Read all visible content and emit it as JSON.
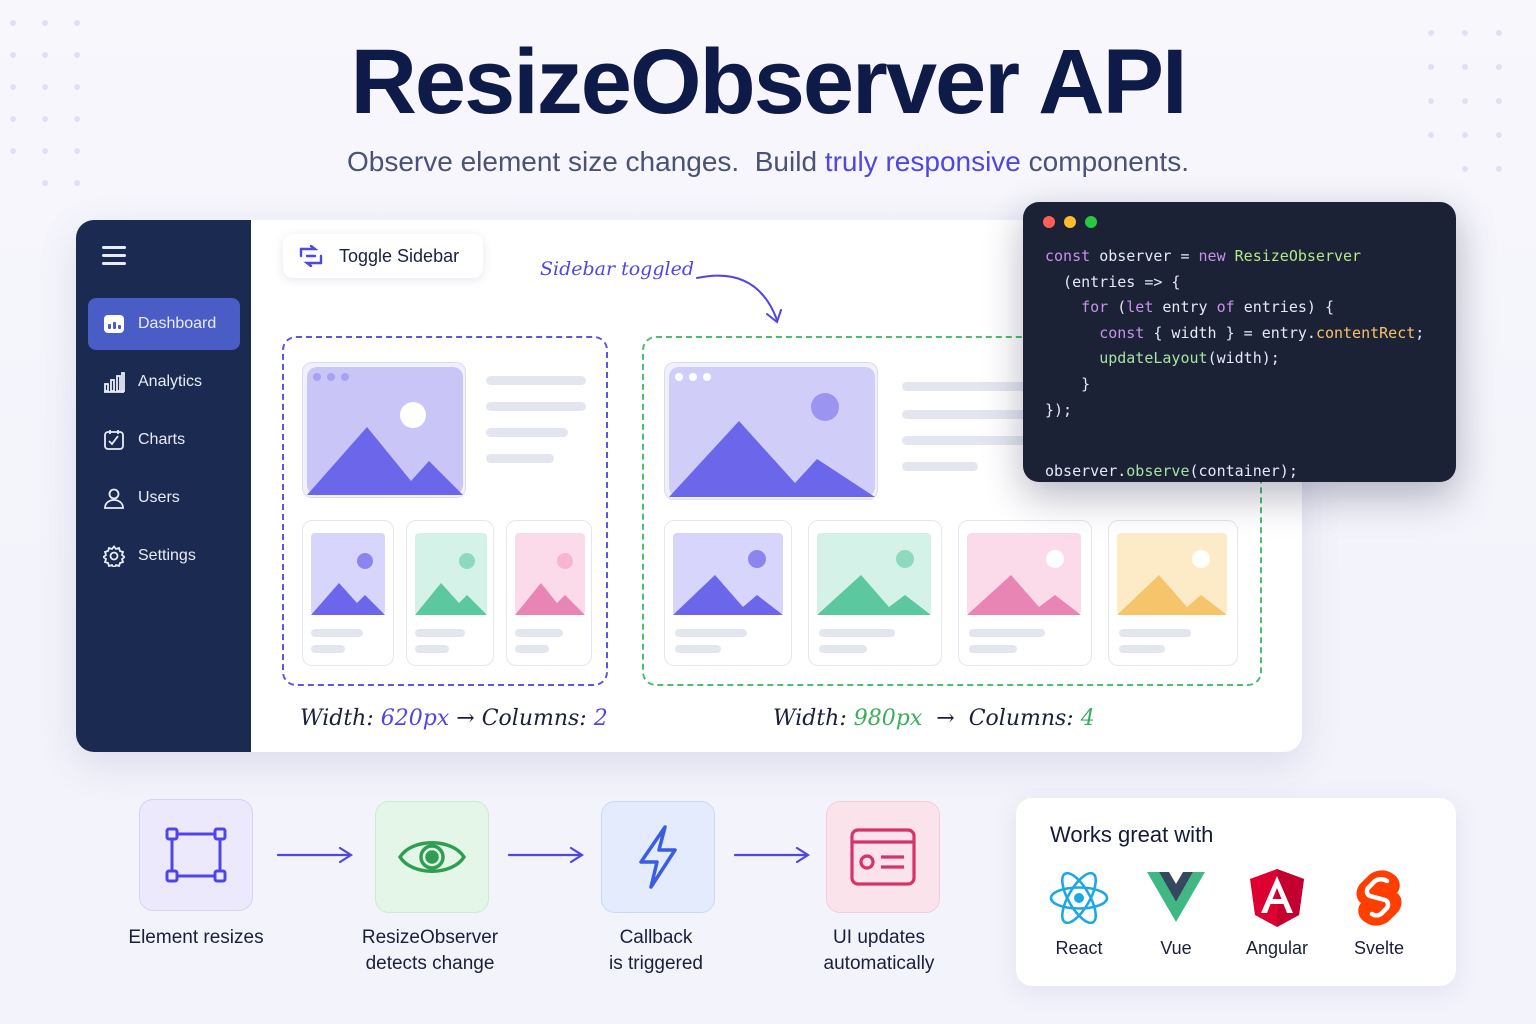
{
  "header": {
    "title": "ResizeObserver API",
    "subtitle_part1": "Observe element size changes.  Build ",
    "subtitle_accent": "truly responsive",
    "subtitle_part2": " components."
  },
  "app": {
    "sidebar": {
      "menu_icon": "hamburger-icon",
      "items": [
        {
          "label": "Dashboard",
          "icon": "dashboard-icon",
          "active": true
        },
        {
          "label": "Analytics",
          "icon": "bar-chart-icon",
          "active": false
        },
        {
          "label": "Charts",
          "icon": "chart-icon",
          "active": false
        },
        {
          "label": "Users",
          "icon": "user-icon",
          "active": false
        },
        {
          "label": "Settings",
          "icon": "gear-icon",
          "active": false
        }
      ]
    },
    "toggle_button": {
      "label": "Toggle Sidebar",
      "icon": "toggle-sidebar-icon"
    },
    "annotation": "Sidebar toggled",
    "small_layout": {
      "width_label": "Width:",
      "width_value": "620px",
      "columns_label": "Columns:",
      "columns_value": "2"
    },
    "large_layout": {
      "width_label": "Width:",
      "width_value": "980px",
      "columns_label": "Columns:",
      "columns_value": "4"
    },
    "arrow_glyph": "→"
  },
  "code": {
    "lines": [
      [
        {
          "t": "const ",
          "c": "kw"
        },
        {
          "t": "observer ",
          "c": "pl"
        },
        {
          "t": "= ",
          "c": "pl"
        },
        {
          "t": "new ",
          "c": "kw"
        },
        {
          "t": "ResizeObserver",
          "c": "cl"
        }
      ],
      [
        {
          "t": "  (entries => {",
          "c": "pl"
        }
      ],
      [
        {
          "t": "    ",
          "c": "pl"
        },
        {
          "t": "for ",
          "c": "kw"
        },
        {
          "t": "(",
          "c": "pl"
        },
        {
          "t": "let ",
          "c": "kw"
        },
        {
          "t": "entry ",
          "c": "pl"
        },
        {
          "t": "of ",
          "c": "kw"
        },
        {
          "t": "entries) {",
          "c": "pl"
        }
      ],
      [
        {
          "t": "      ",
          "c": "pl"
        },
        {
          "t": "const ",
          "c": "kw"
        },
        {
          "t": "{ width } = entry.",
          "c": "pl"
        },
        {
          "t": "contentRect",
          "c": "pr"
        },
        {
          "t": ";",
          "c": "pl"
        }
      ],
      [
        {
          "t": "      ",
          "c": "pl"
        },
        {
          "t": "updateLayout",
          "c": "fn"
        },
        {
          "t": "(width);",
          "c": "pl"
        }
      ],
      [
        {
          "t": "    }",
          "c": "pl"
        }
      ],
      [
        {
          "t": "});",
          "c": "pl"
        }
      ],
      [
        {
          "t": "",
          "c": "pl"
        }
      ],
      [
        {
          "t": "observer.",
          "c": "pl"
        },
        {
          "t": "observe",
          "c": "fn"
        },
        {
          "t": "(container);",
          "c": "pl"
        }
      ]
    ],
    "colors": {
      "red": "#ff5f57",
      "yellow": "#febc2e",
      "green": "#28c840"
    }
  },
  "flow": {
    "steps": [
      {
        "line1": "Element resizes",
        "line2": "",
        "icon": "resize-frame-icon"
      },
      {
        "line1": "ResizeObserver",
        "line2": "detects change",
        "icon": "eye-icon"
      },
      {
        "line1": "Callback",
        "line2": "is triggered",
        "icon": "lightning-icon"
      },
      {
        "line1": "UI updates",
        "line2": "automatically",
        "icon": "ui-card-icon"
      }
    ]
  },
  "frameworks": {
    "title": "Works great with",
    "items": [
      {
        "name": "React",
        "icon": "react-logo-icon"
      },
      {
        "name": "Vue",
        "icon": "vue-logo-icon"
      },
      {
        "name": "Angular",
        "icon": "angular-logo-icon"
      },
      {
        "name": "Svelte",
        "icon": "svelte-logo-icon"
      }
    ]
  },
  "colors": {
    "accent": "#4f46e5",
    "sidebar_bg": "#1b2a50",
    "active_item": "#4a5cc6",
    "success": "#3aae5a",
    "code_bg": "#1b2235"
  }
}
